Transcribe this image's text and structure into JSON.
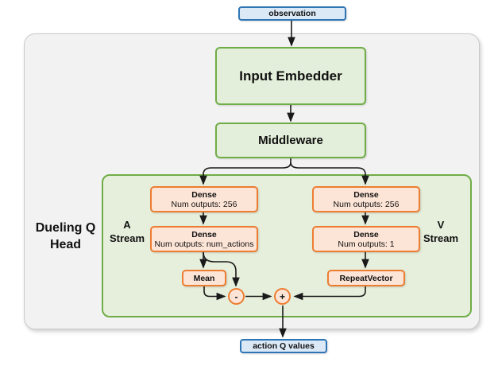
{
  "colors": {
    "blue": "#2e75b6",
    "green": "#70ad47",
    "orange": "#ed7d31"
  },
  "nodes": {
    "observation": "observation",
    "input_embedder": "Input Embedder",
    "middleware": "Middleware",
    "action_q_values": "action Q values",
    "mean": "Mean",
    "repeat_vector": "RepeatVector",
    "subtract_op": "-",
    "add_op": "+"
  },
  "labels": {
    "dueling_line1": "Dueling Q",
    "dueling_line2": "Head",
    "a_stream_line1": "A",
    "a_stream_line2": "Stream",
    "v_stream_line1": "V",
    "v_stream_line2": "Stream"
  },
  "a_stream": {
    "dense1_title": "Dense",
    "dense1_subtitle": "Num outputs: 256",
    "dense2_title": "Dense",
    "dense2_subtitle": "Num outputs: num_actions"
  },
  "v_stream": {
    "dense1_title": "Dense",
    "dense1_subtitle": "Num outputs: 256",
    "dense2_title": "Dense",
    "dense2_subtitle": "Num outputs: 1"
  }
}
